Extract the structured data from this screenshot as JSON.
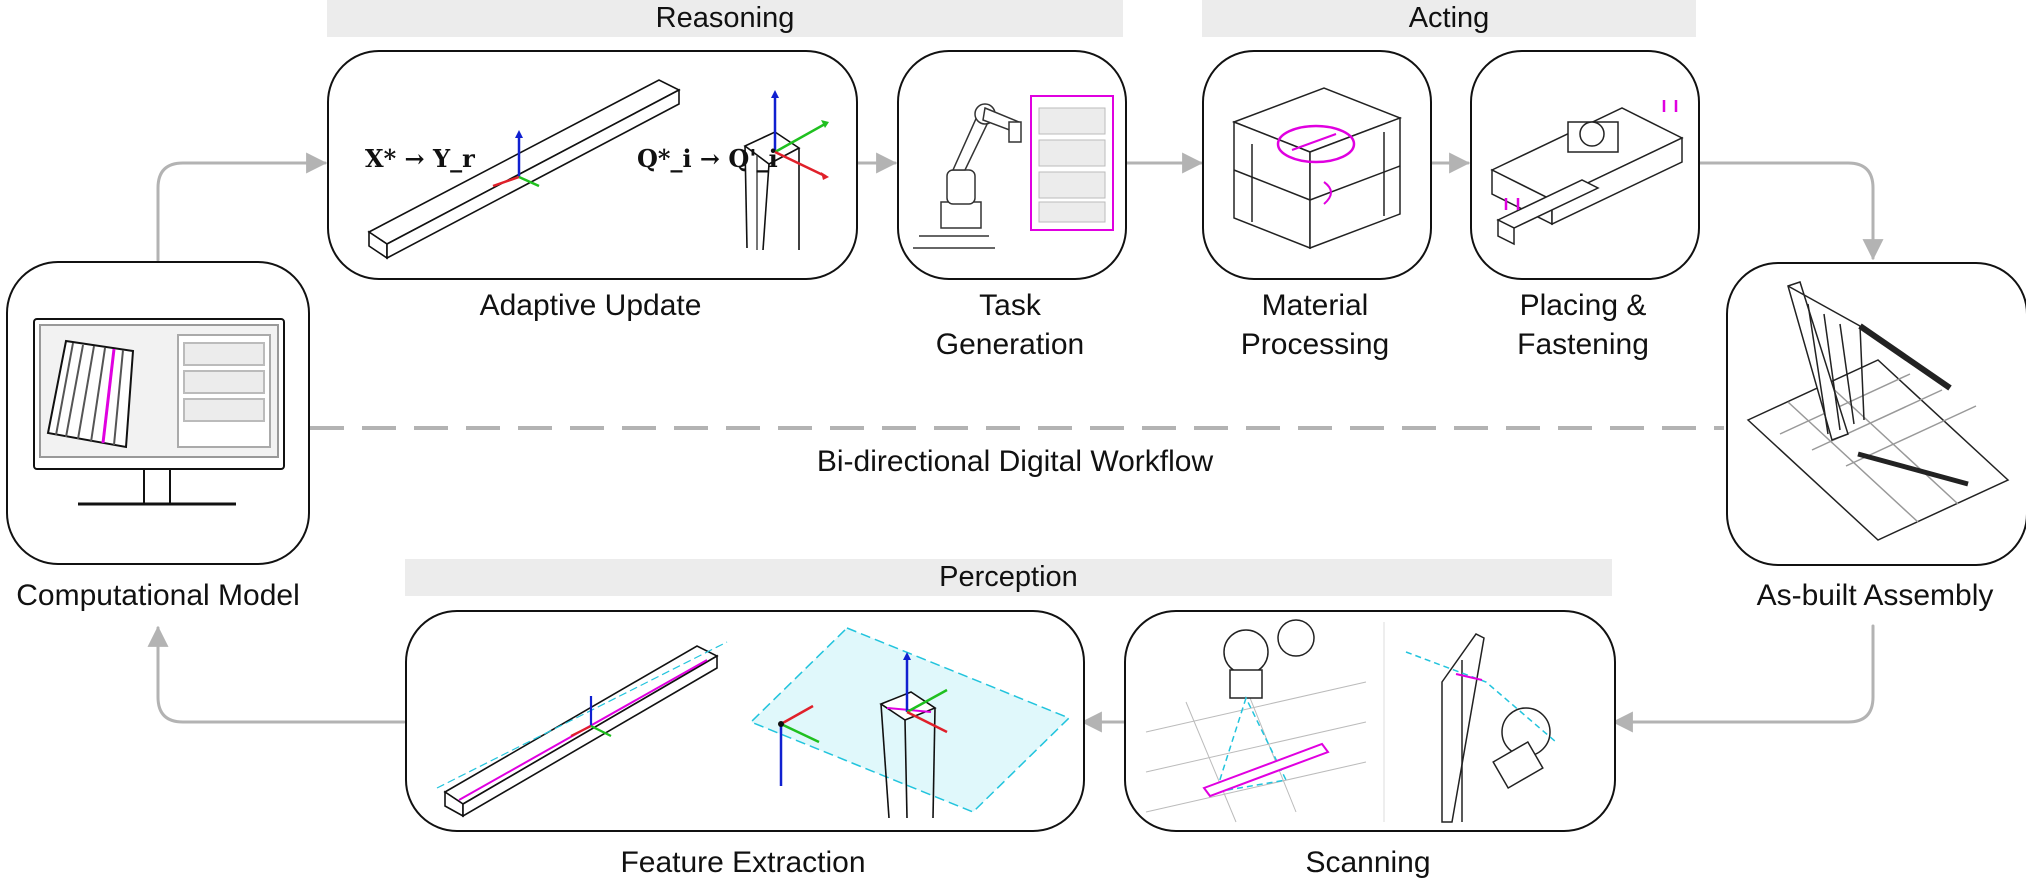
{
  "stages": {
    "reasoning": "Reasoning",
    "acting": "Acting",
    "perception": "Perception"
  },
  "nodes": {
    "computational_model": "Computational Model",
    "adaptive_update": "Adaptive Update",
    "task_generation": [
      "Task",
      "Generation"
    ],
    "material_processing": [
      "Material",
      "Processing"
    ],
    "placing_fastening": [
      "Placing &",
      "Fastening"
    ],
    "as_built_assembly": "As-built Assembly",
    "scanning": "Scanning",
    "feature_extraction": "Feature Extraction"
  },
  "workflow_label": "Bi-directional Digital Workflow",
  "equations": {
    "global": "X* → Y_r",
    "local": "Q*_i → Q'_i"
  },
  "colors": {
    "arrow": "#b3b3b3",
    "accent": "#e000e0",
    "scan": "#22c4dd",
    "axis_x": "#e0202a",
    "axis_y": "#1fc01f",
    "axis_z": "#1020d0"
  }
}
